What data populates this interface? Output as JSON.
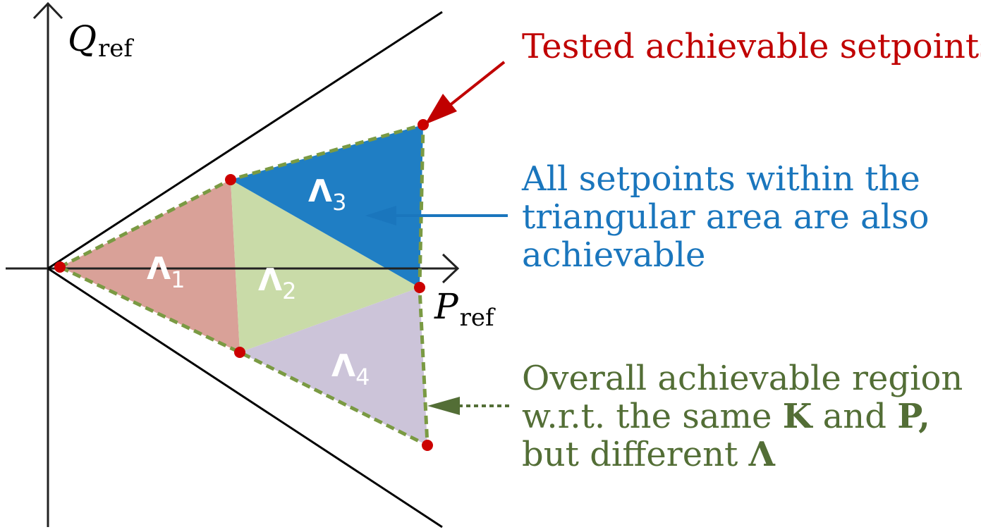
{
  "axes": {
    "y_label_main": "Q",
    "y_label_sub": "ref",
    "x_label_main": "P",
    "x_label_sub": "ref"
  },
  "regions": [
    {
      "symbol": "Λ",
      "index": "1",
      "color": "#d9a198"
    },
    {
      "symbol": "Λ",
      "index": "2",
      "color": "#c9dba8"
    },
    {
      "symbol": "Λ",
      "index": "3",
      "color": "#1f7ec4"
    },
    {
      "symbol": "Λ",
      "index": "4",
      "color": "#ccc4d9"
    }
  ],
  "annotations": {
    "tested": {
      "text": "Tested achievable setpoints",
      "color": "#c00000"
    },
    "interior": {
      "lines": [
        "All setpoints within the",
        "triangular area are also",
        "achievable"
      ],
      "color": "#1a76bd"
    },
    "overall": {
      "line1": "Overall achievable region",
      "line2_a": "w.r.t. the same ",
      "line2_K": "K",
      "line2_b": " and ",
      "line2_P": "P",
      "line2_c": ",",
      "line3_a": "but different ",
      "line3_L": "Λ",
      "color": "#536e36"
    }
  },
  "colors": {
    "boundary_dash": "#7a9a43",
    "point": "#cc0000",
    "axis": "#222222"
  }
}
